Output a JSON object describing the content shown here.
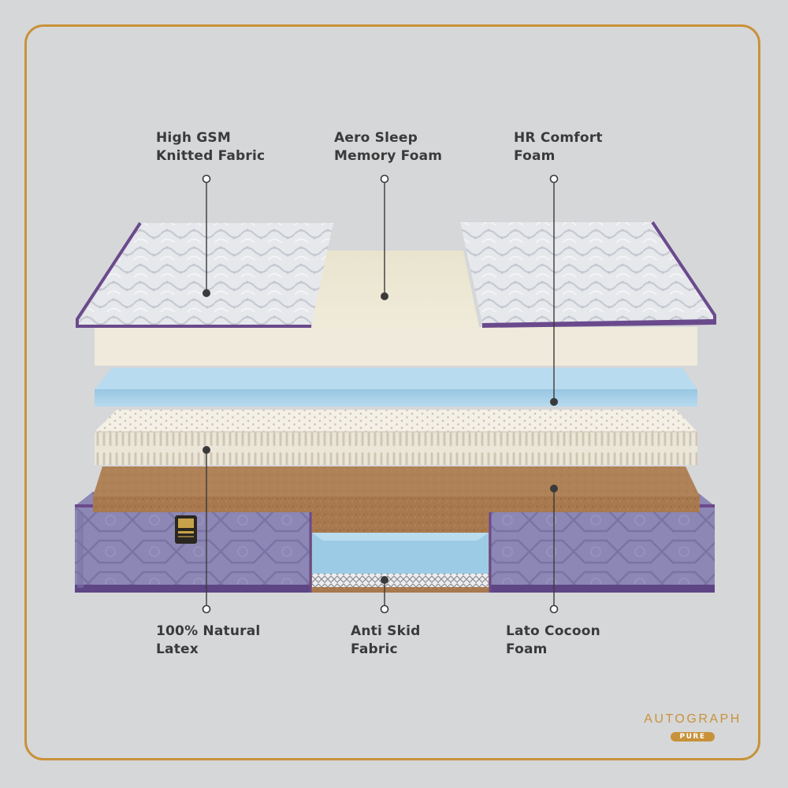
{
  "labels": {
    "knitted_fabric": [
      "High GSM",
      "Knitted Fabric"
    ],
    "memory_foam": [
      "Aero Sleep",
      "Memory Foam"
    ],
    "hr_foam": [
      "HR Comfort",
      "Foam"
    ],
    "latex": [
      "100% Natural",
      "Latex"
    ],
    "anti_skid": [
      "Anti Skid",
      "Fabric"
    ],
    "cocoon_foam": [
      "Lato Cocoon",
      "Foam"
    ]
  },
  "brand": {
    "name": "AUTOGRAPH",
    "sub": "PURE"
  },
  "colors": {
    "background": "#d6d7d9",
    "frame": "#c8923a",
    "fabric": "#e6e8ec",
    "piping": "#6a4a8c",
    "memory_foam": "#eeead8",
    "hr_foam": "#a9d1e8",
    "latex": "#f0ebdf",
    "cocoon_foam": "#a8784e",
    "base": "#8c87b4",
    "text": "#3a3a3a"
  }
}
